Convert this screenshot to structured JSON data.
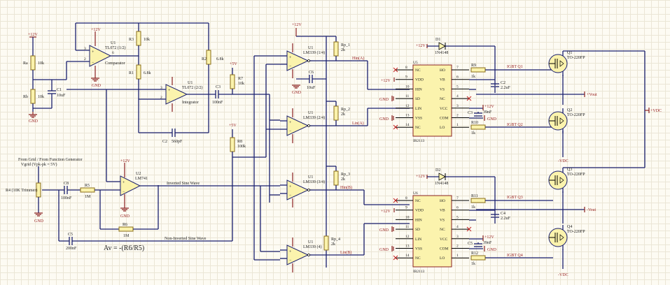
{
  "supply": {
    "p12": "+12V",
    "p5": "+5V",
    "gnd": "GND",
    "vdc_pos": "+VDC",
    "vdc_neg": "-VDC",
    "vout_pos": "+Vout",
    "vout_neg": "-Vout"
  },
  "input": {
    "title": "From Grid / From Function Generator",
    "subtitle": "Vgrid (Vpk-pk = 5V)",
    "trimmer": "R4 (10K Trimmer)"
  },
  "resistors": {
    "ra": {
      "ref": "Ra",
      "value": "10k"
    },
    "rb": {
      "ref": "Rb",
      "value": "10k"
    },
    "r1": {
      "ref": "R1",
      "value": "6.8k"
    },
    "r2": {
      "ref": "R2",
      "value": "6.8k"
    },
    "r3": {
      "ref": "R3",
      "value": "10k"
    },
    "r5": {
      "ref": "R5",
      "value": "1M"
    },
    "r6": {
      "ref": "R6",
      "value": "1M"
    },
    "r7": {
      "ref": "R7",
      "value": "10k"
    },
    "r8": {
      "ref": "R8",
      "value": "100k"
    },
    "r9": {
      "ref": "R9",
      "value": "1k"
    },
    "r10": {
      "ref": "R10",
      "value": "1k"
    },
    "r11": {
      "ref": "R11",
      "value": "1k"
    },
    "r12": {
      "ref": "R12",
      "value": "1k"
    },
    "rp1": {
      "ref": "Rp_1",
      "value": "2k"
    },
    "rp2": {
      "ref": "Rp_2",
      "value": "2k"
    },
    "rp3": {
      "ref": "Rp_3",
      "value": "2k"
    },
    "rp4": {
      "ref": "Rp_4",
      "value": "2k"
    }
  },
  "capacitors": {
    "c1": {
      "ref": "C1",
      "value": "10uF"
    },
    "c2": {
      "ref": "C2",
      "value": "2.2uF"
    },
    "c3": {
      "ref": "C3",
      "value": "100nF"
    },
    "c4": {
      "ref": "C4",
      "value": "2.2uF"
    },
    "c5": {
      "ref": "C5",
      "value": "200nF"
    },
    "c6": {
      "ref": "C6",
      "value": "10uF"
    },
    "c8": {
      "ref": "C8",
      "value": "100nF"
    },
    "cint": {
      "ref": "C2",
      "value": "560pF"
    },
    "cvcc1": {
      "ref": "C3",
      "value": "39nF"
    },
    "cvcc2": {
      "ref": "C5",
      "value": "39nF"
    }
  },
  "opamps": {
    "comp": {
      "ref": "U1",
      "part": "TL072 (1/2)",
      "role": "Comparator"
    },
    "integ": {
      "ref": "U1",
      "part": "TL072 (2/2)",
      "role": "Integrator"
    },
    "inv": {
      "ref": "U2",
      "part": "LM741"
    },
    "cmp1": {
      "ref": "U1",
      "part": "LM339 (1/4)"
    },
    "cmp2": {
      "ref": "U1",
      "part": "LM339 (2/4)"
    },
    "cmp3": {
      "ref": "U1",
      "part": "LM339 (3/4)"
    },
    "cmp4": {
      "ref": "U1",
      "part": "LM339 (4)"
    }
  },
  "nets": {
    "inverted_sine": "Inverted Sine Wave",
    "non_inverted_sine": "Non-Inverted Sine Wave",
    "hin_a": "Hin(A)",
    "lin_a": "Lin(A)",
    "hin_b": "Hin(B)",
    "lin_b": "Lin(B)",
    "igbt_q1": "IGBT Q1",
    "igbt_q2": "IGBT Q2",
    "igbt_q3": "IGBT Q3",
    "igbt_q4": "IGBT Q4"
  },
  "gain_formula": "Av = -(R6/R5)",
  "drivers": [
    {
      "ref": "U5",
      "part": "IR2113",
      "diode_ref": "D1",
      "diode_part": "1N4148",
      "left_pins": [
        {
          "n": "8",
          "name": "NC"
        },
        {
          "n": "9",
          "name": "VDD"
        },
        {
          "n": "10",
          "name": "HIN"
        },
        {
          "n": "11",
          "name": "SD"
        },
        {
          "n": "12",
          "name": "LIN"
        },
        {
          "n": "13",
          "name": "VSS"
        },
        {
          "n": "14",
          "name": "NC"
        }
      ],
      "right_pins": [
        {
          "n": "7",
          "name": "HO"
        },
        {
          "n": "6",
          "name": "VB"
        },
        {
          "n": "5",
          "name": "VS"
        },
        {
          "n": "4",
          "name": "NC"
        },
        {
          "n": "3",
          "name": "VCC"
        },
        {
          "n": "2",
          "name": "COM"
        },
        {
          "n": "1",
          "name": "LO"
        }
      ]
    },
    {
      "ref": "U6",
      "part": "IR2113",
      "diode_ref": "D2",
      "diode_part": "1N4148",
      "left_pins": [
        {
          "n": "8",
          "name": "NC"
        },
        {
          "n": "9",
          "name": "VDD"
        },
        {
          "n": "10",
          "name": "HIN"
        },
        {
          "n": "11",
          "name": "SD"
        },
        {
          "n": "12",
          "name": "LIN"
        },
        {
          "n": "13",
          "name": "VSS"
        },
        {
          "n": "14",
          "name": "NC"
        }
      ],
      "right_pins": [
        {
          "n": "7",
          "name": "HO"
        },
        {
          "n": "6",
          "name": "VB"
        },
        {
          "n": "5",
          "name": "VS"
        },
        {
          "n": "4",
          "name": "NC"
        },
        {
          "n": "3",
          "name": "VCC"
        },
        {
          "n": "2",
          "name": "COM"
        },
        {
          "n": "1",
          "name": "LO"
        }
      ]
    }
  ],
  "mosfets": [
    {
      "ref": "Q1",
      "package": "TO-220FP"
    },
    {
      "ref": "Q2",
      "package": "TO-220FP"
    },
    {
      "ref": "Q3",
      "package": "TO-220FP"
    },
    {
      "ref": "Q4",
      "package": "TO-220FP"
    }
  ]
}
